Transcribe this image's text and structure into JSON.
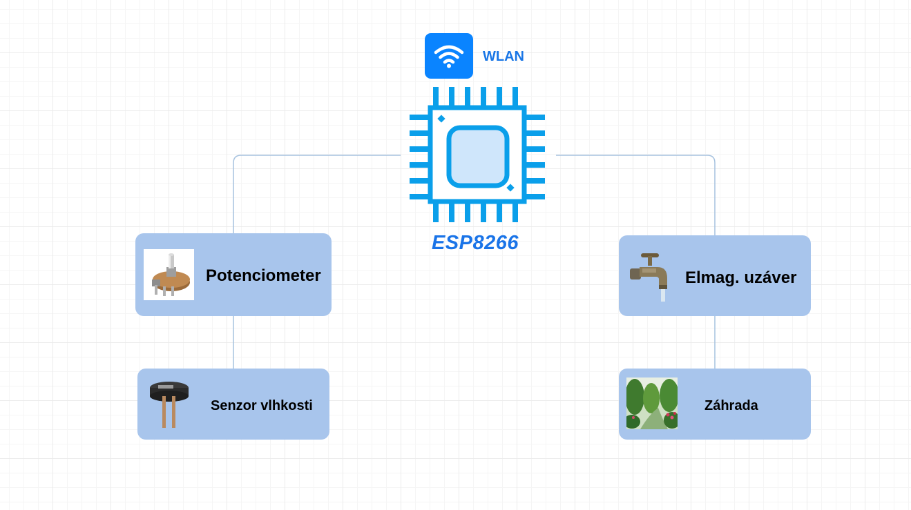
{
  "wifi": {
    "icon": "wifi-icon",
    "label": "WLAN",
    "color": "#0a84ff"
  },
  "controller": {
    "icon": "microchip-icon",
    "label": "ESP8266",
    "color": "#1a74e8"
  },
  "nodes": {
    "potentiometer": {
      "label": "Potenciometer",
      "icon": "potentiometer-image"
    },
    "valve": {
      "label": "Elmag. uzáver",
      "icon": "water-tap-image"
    },
    "sensor": {
      "label": "Senzor vlhkosti",
      "icon": "soil-moisture-sensor-image"
    },
    "garden": {
      "label": "Záhrada",
      "icon": "garden-photo"
    }
  },
  "colors": {
    "node_fill": "#a8c5ec",
    "connector": "#a6c2df"
  }
}
